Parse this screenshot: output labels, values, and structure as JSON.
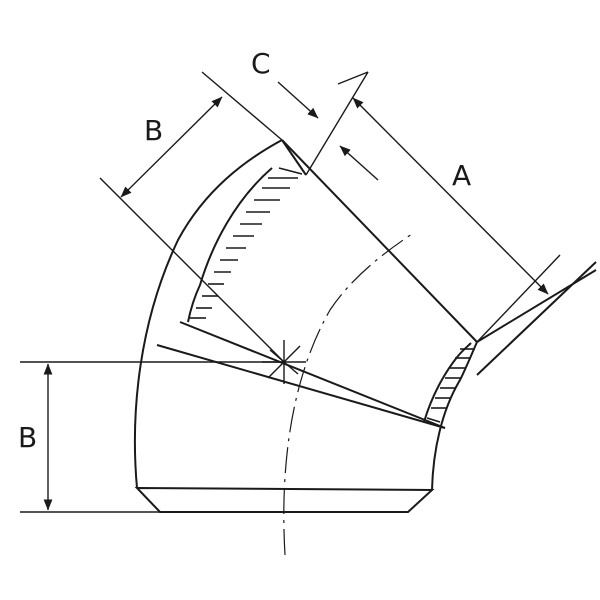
{
  "labels": {
    "a": "A",
    "b_top": "B",
    "b_left": "B",
    "c": "C"
  }
}
